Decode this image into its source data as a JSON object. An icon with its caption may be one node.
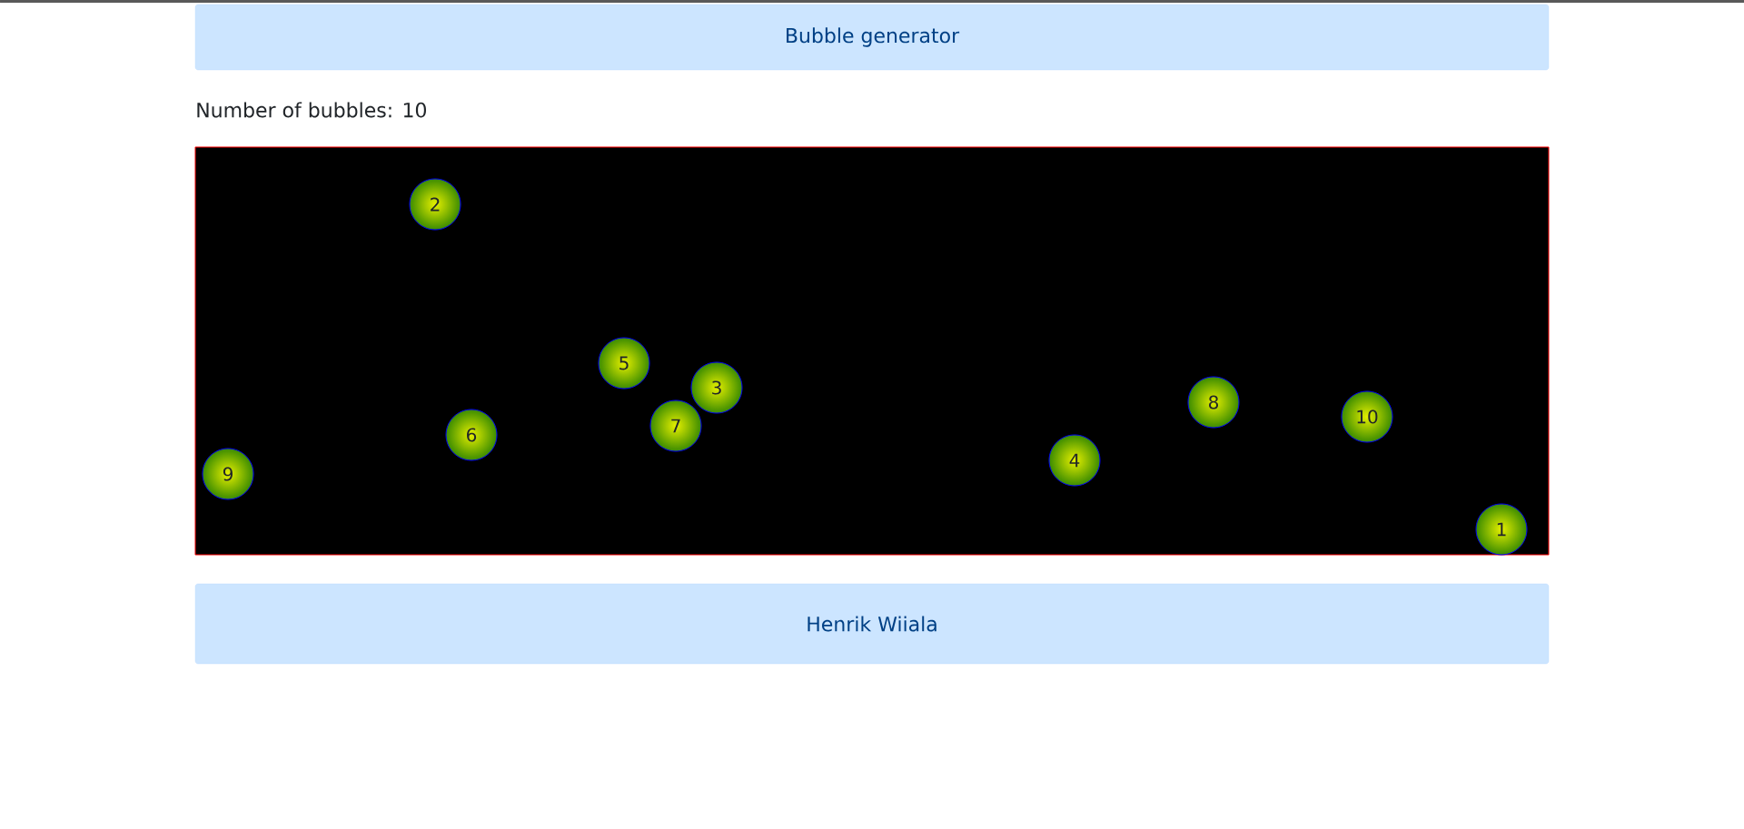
{
  "diagram": {
    "nodes": [
      {
        "text": [
          "Bubble generator"
        ]
      },
      {
        "text": [],
        "shape": "box"
      },
      {
        "text": [
          "1"
        ],
        "in": 1
      },
      {
        "text": [
          "2"
        ],
        "in": 1
      },
      {
        "text": [
          "3"
        ],
        "in": 1
      },
      {
        "text": [
          "4"
        ],
        "in": 1
      },
      {
        "text": [
          "5"
        ],
        "in": 1
      },
      {
        "text": [
          "6"
        ],
        "in": 1
      },
      {
        "text": [
          "7"
        ],
        "in": 1
      },
      {
        "text": [
          "8"
        ],
        "in": 1
      },
      {
        "text": [
          "9"
        ],
        "in": 1
      },
      {
        "text": [
          "10"
        ],
        "in": 1
      },
      {
        "text": [
          "Henrik Wiiala"
        ]
      }
    ],
    "labels": [
      "Number of bubbles: 10"
    ]
  }
}
